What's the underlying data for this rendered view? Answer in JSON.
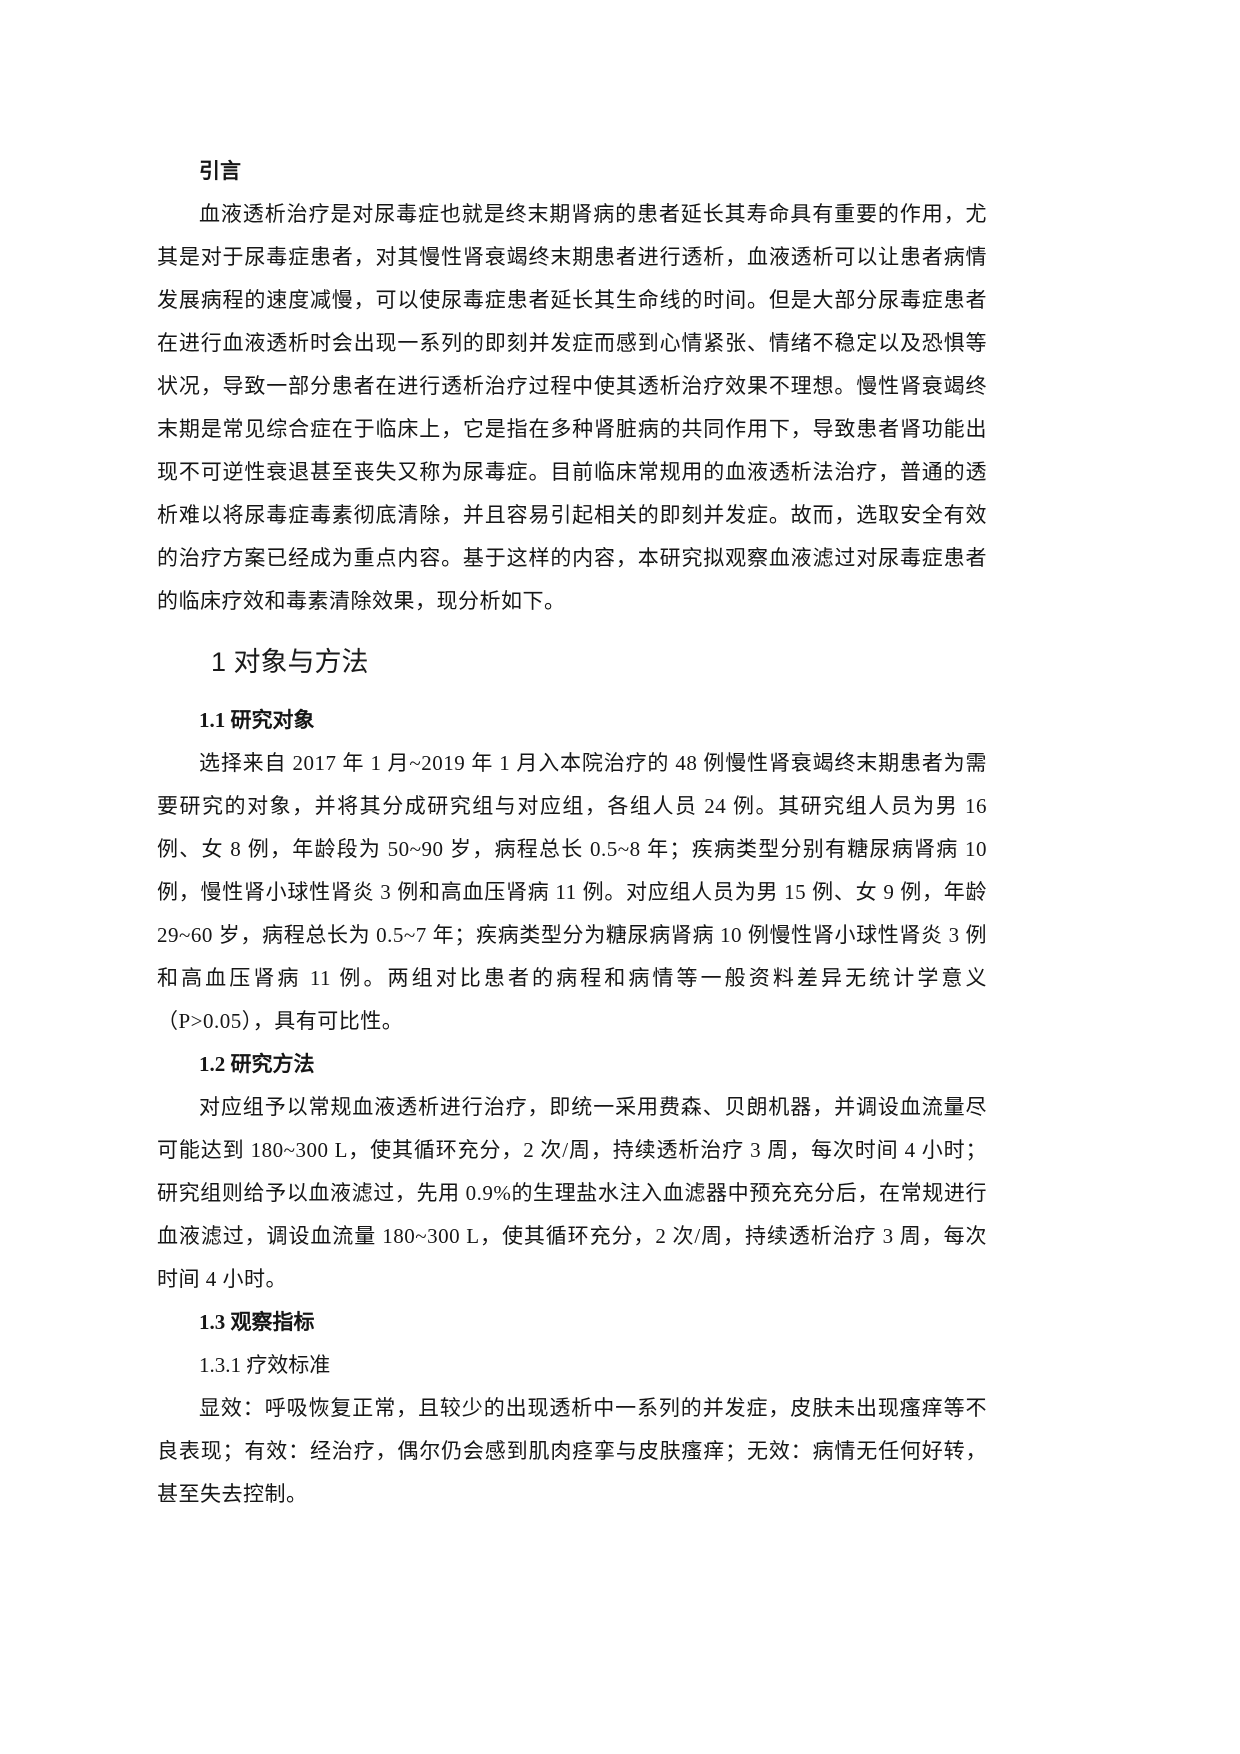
{
  "page": {
    "background_color": "#ffffff",
    "text_color": "#161616"
  },
  "document": {
    "blocks": [
      {
        "type": "heading-bold",
        "text": "引言"
      },
      {
        "type": "paragraph",
        "text": "血液透析治疗是对尿毒症也就是终末期肾病的患者延长其寿命具有重要的作用，尤其是对于尿毒症患者，对其慢性肾衰竭终末期患者进行透析，血液透析可以让患者病情发展病程的速度减慢，可以使尿毒症患者延长其生命线的时间。但是大部分尿毒症患者在进行血液透析时会出现一系列的即刻并发症而感到心情紧张、情绪不稳定以及恐惧等状况，导致一部分患者在进行透析治疗过程中使其透析治疗效果不理想。慢性肾衰竭终末期是常见综合症在于临床上，它是指在多种肾脏病的共同作用下，导致患者肾功能出现不可逆性衰退甚至丧失又称为尿毒症。目前临床常规用的血液透析法治疗，普通的透析难以将尿毒症毒素彻底清除，并且容易引起相关的即刻并发症。故而，选取安全有效的治疗方案已经成为重点内容。基于这样的内容，本研究拟观察血液滤过对尿毒症患者的临床疗效和毒素清除效果，现分析如下。"
      },
      {
        "type": "heading-large",
        "text": "1 对象与方法"
      },
      {
        "type": "heading-bold",
        "text": "1.1 研究对象"
      },
      {
        "type": "paragraph",
        "text": "选择来自 2017 年 1 月~2019 年 1 月入本院治疗的 48 例慢性肾衰竭终末期患者为需要研究的对象，并将其分成研究组与对应组，各组人员 24 例。其研究组人员为男 16 例、女 8 例，年龄段为 50~90 岁，病程总长 0.5~8 年；疾病类型分别有糖尿病肾病 10 例，慢性肾小球性肾炎 3 例和高血压肾病 11 例。对应组人员为男 15 例、女 9 例，年龄 29~60 岁，病程总长为 0.5~7 年；疾病类型分为糖尿病肾病 10 例慢性肾小球性肾炎 3 例和高血压肾病 11 例。两组对比患者的病程和病情等一般资料差异无统计学意义（P>0.05），具有可比性。"
      },
      {
        "type": "heading-bold",
        "text": "1.2 研究方法"
      },
      {
        "type": "paragraph",
        "text": "对应组予以常规血液透析进行治疗，即统一采用费森、贝朗机器，并调设血流量尽可能达到 180~300 L，使其循环充分，2 次/周，持续透析治疗 3 周，每次时间 4 小时；研究组则给予以血液滤过，先用 0.9%的生理盐水注入血滤器中预充充分后，在常规进行血液滤过，调设血流量 180~300 L，使其循环充分，2 次/周，持续透析治疗 3 周，每次时间 4 小时。"
      },
      {
        "type": "heading-bold",
        "text": "1.3 观察指标"
      },
      {
        "type": "heading-plain",
        "text": "1.3.1 疗效标准"
      },
      {
        "type": "paragraph",
        "text": "显效：呼吸恢复正常，且较少的出现透析中一系列的并发症，皮肤未出现瘙痒等不良表现；有效：经治疗，偶尔仍会感到肌肉痉挛与皮肤瘙痒；无效：病情无任何好转，甚至失去控制。"
      }
    ]
  }
}
